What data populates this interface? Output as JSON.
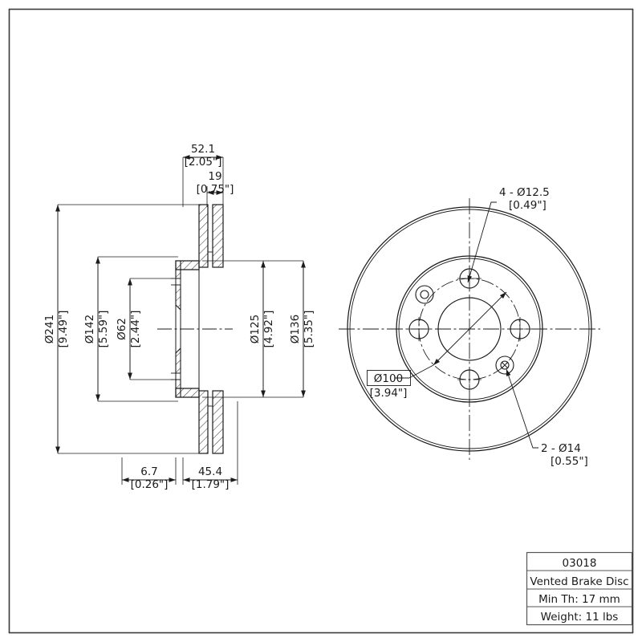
{
  "sheet": {
    "background_color": "#ffffff",
    "line_color": "#1b1b1b",
    "border": {
      "name": "drawing-border"
    }
  },
  "title_block": {
    "rows": [
      {
        "key": "part_number",
        "value": "03018"
      },
      {
        "key": "description",
        "value": "Vented Brake Disc"
      },
      {
        "key": "min_thickness",
        "value": "Min Th: 17 mm"
      },
      {
        "key": "weight",
        "value": "Weight: 11 lbs"
      }
    ]
  },
  "section_view": {
    "name": "cross-section-view",
    "dimensions": {
      "overall_width": {
        "mm": "52.1",
        "inch": "[2.05\"]"
      },
      "hat_width": {
        "mm": "19",
        "inch": "[0.75\"]"
      },
      "outer_diameter": {
        "mm": "Ø241",
        "inch": "[9.49\"]"
      },
      "hub_flange_diameter": {
        "mm": "Ø142",
        "inch": "[5.59\"]"
      },
      "bore_diameter": {
        "mm": "Ø62",
        "inch": "[2.44\"]"
      },
      "inner_face_diameter": {
        "mm": "Ø125",
        "inch": "[4.92\"]"
      },
      "outer_face_diameter": {
        "mm": "Ø136",
        "inch": "[5.35\"]"
      },
      "hub_height": {
        "mm": "6.7",
        "inch": "[0.26\"]"
      },
      "offset": {
        "mm": "45.4",
        "inch": "[1.79\"]"
      }
    }
  },
  "front_view": {
    "name": "front-circular-view",
    "callouts": {
      "lug_holes": {
        "line1": "4 - Ø12.5",
        "line2": "[0.49\"]"
      },
      "pilot_holes": {
        "line1": "2 - Ø14",
        "line2": "[0.55\"]"
      },
      "bolt_circle": {
        "line1": "Ø100",
        "line2": "[3.94\"]"
      }
    }
  },
  "chart_data": {
    "type": "table",
    "title": "Vented Brake Disc 03018 — Engineering Drawing",
    "views": [
      "cross-section",
      "front-circular"
    ],
    "measurements_mm": {
      "overall_width": 52.1,
      "hat_width": 19,
      "outer_diameter": 241,
      "hub_flange_diameter": 142,
      "bore_diameter": 62,
      "inner_face_diameter": 125,
      "outer_face_diameter": 136,
      "hub_height": 6.7,
      "offset": 45.4,
      "bolt_circle_diameter": 100,
      "lug_hole_diameter": 12.5,
      "lug_hole_count": 4,
      "pilot_hole_diameter": 14,
      "pilot_hole_count": 2,
      "min_thickness": 17
    },
    "measurements_inch": {
      "overall_width": 2.05,
      "hat_width": 0.75,
      "outer_diameter": 9.49,
      "hub_flange_diameter": 5.59,
      "bore_diameter": 2.44,
      "inner_face_diameter": 4.92,
      "outer_face_diameter": 5.35,
      "hub_height": 0.26,
      "offset": 1.79,
      "bolt_circle_diameter": 3.94,
      "lug_hole_diameter": 0.49,
      "pilot_hole_diameter": 0.55
    },
    "weight_lbs": 11
  }
}
